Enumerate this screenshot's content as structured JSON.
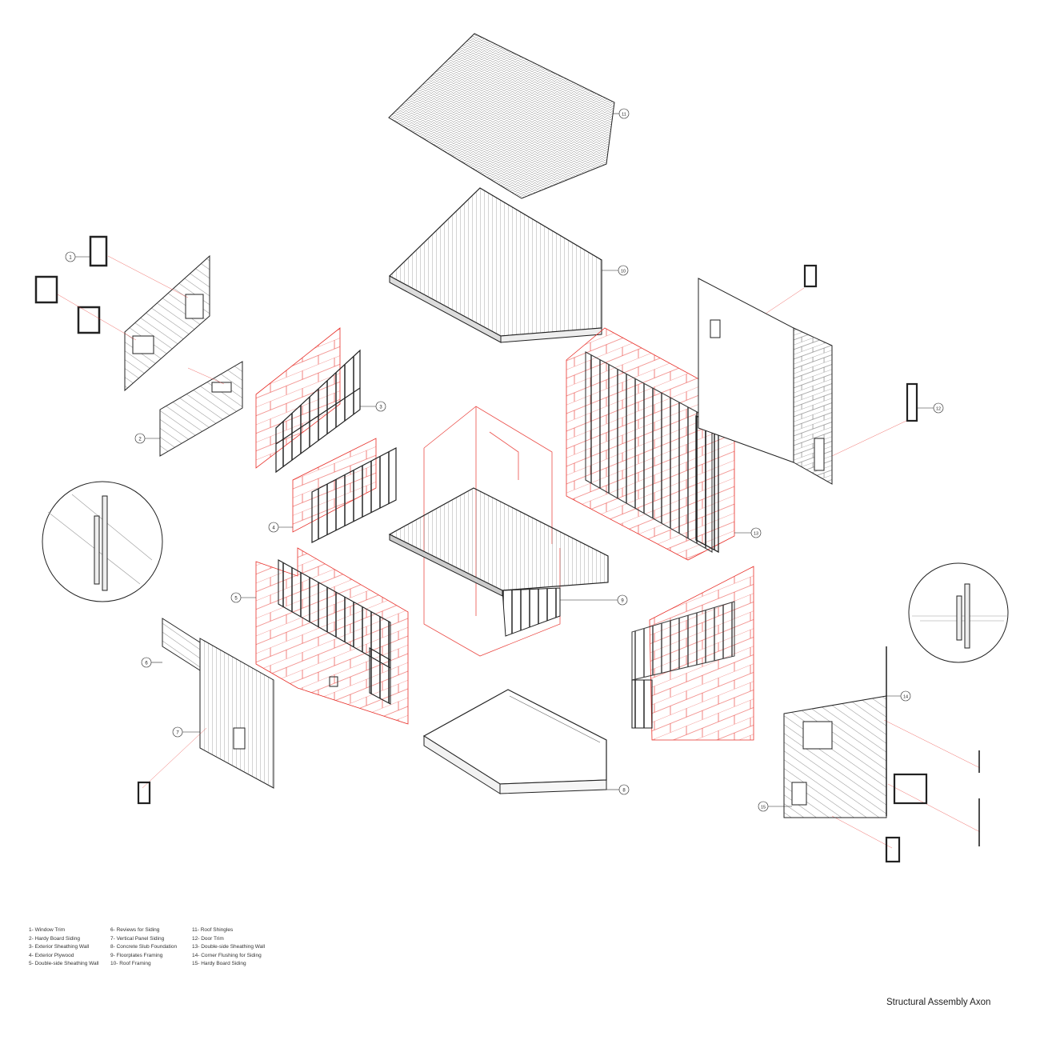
{
  "title": "Structural Assembly Axon",
  "legend": {
    "col1": [
      "1- Window Trim",
      "2- Hardy Board Siding",
      "3- Exterior Sheathing Wall",
      "4- Exterior Plywood",
      "5- Double-side Sheathing Wall"
    ],
    "col2": [
      "6- Reviews for Siding",
      "7- Vertical Panel Siding",
      "8- Concrete Slub Foundation",
      "9- Floorplates Framing",
      "10- Roof Framing"
    ],
    "col3": [
      "11- Roof Shingles",
      "12- Door Trim",
      "13- Double-side Sheathing Wall",
      "14- Corner Flushing for Siding",
      "15- Hardy Board Siding"
    ]
  },
  "callouts": [
    "1",
    "2",
    "3",
    "4",
    "5",
    "6",
    "7",
    "8",
    "9",
    "10",
    "11",
    "12",
    "13",
    "14",
    "15"
  ],
  "colors": {
    "ink": "#333333",
    "red": "#e8302a",
    "light": "#bbbbbb"
  }
}
